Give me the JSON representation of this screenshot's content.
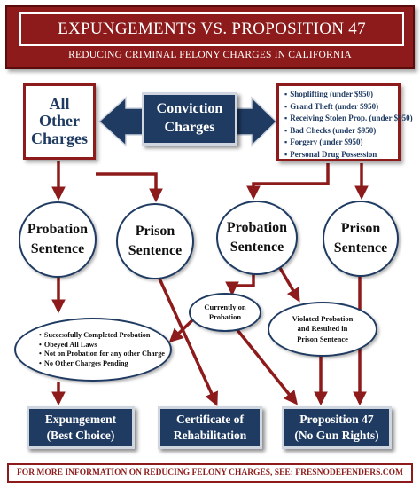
{
  "header": {
    "title": "EXPUNGEMENTS VS. PROPOSITION 47",
    "subtitle": "REDUCING CRIMINAL FELONY CHARGES IN CALIFORNIA"
  },
  "all_other_charges": [
    "All",
    "Other",
    "Charges"
  ],
  "conviction_charges": [
    "Conviction",
    "Charges"
  ],
  "prop47_charges": [
    "Shoplifting (under $950)",
    "Grand Theft (under $950)",
    "Receiving Stolen Prop. (under $950)",
    "Bad Checks (under $950)",
    "Forgery (under $950)",
    "Personal Drug Possession"
  ],
  "left_probation": [
    "Probation",
    "Sentence"
  ],
  "left_prison": [
    "Prison",
    "Sentence"
  ],
  "right_probation": [
    "Probation",
    "Sentence"
  ],
  "right_prison": [
    "Prison",
    "Sentence"
  ],
  "currently_on_probation": [
    "Currently on",
    "Probation"
  ],
  "violated_probation": [
    "Violated Probation",
    "and Resulted in",
    "Prison Sentence"
  ],
  "expungement_conditions": [
    "Successfully Completed Probation",
    "Obeyed All Laws",
    "Not on Probation for any other Charge",
    "No Other Charges Pending"
  ],
  "result_expungement": [
    "Expungement",
    "(Best Choice)"
  ],
  "result_certificate": [
    "Certificate of",
    "Rehabilitation"
  ],
  "result_prop47": [
    "Proposition 47",
    "(No Gun Rights)"
  ],
  "footer": "FOR MORE INFORMATION ON REDUCING FELONY CHARGES, SEE: FRESNODEFENDERS.COM",
  "colors": {
    "maroon": "#8e1b1b",
    "navy": "#1f3b62",
    "light_border": "#cfd6e0"
  }
}
